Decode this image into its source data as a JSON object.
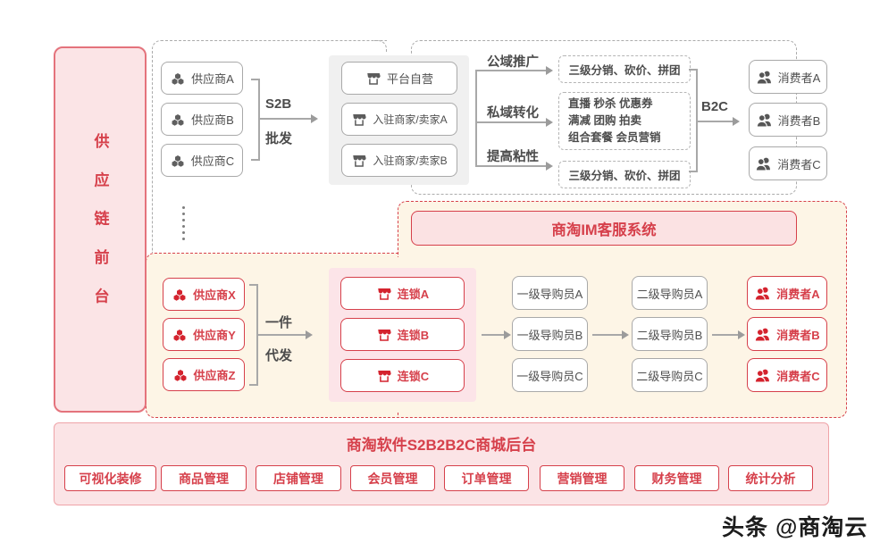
{
  "sidebar": {
    "label": "供应链前台"
  },
  "top": {
    "suppliers": [
      "供应商A",
      "供应商B",
      "供应商C"
    ],
    "s2b_line1": "S2B",
    "s2b_line2": "批发",
    "merchants": [
      "平台自营",
      "入驻商家/卖家A",
      "入驻商家/卖家B"
    ],
    "branch_labels": [
      "公域推广",
      "私域转化",
      "提高粘性"
    ],
    "promo_top": "三级分销、砍价、拼团",
    "promo_mid": [
      "直播 秒杀 优惠券",
      "满减 团购 拍卖",
      "组合套餐 会员营销"
    ],
    "promo_bottom": "三级分销、砍价、拼团",
    "b2c": "B2C",
    "consumers": [
      "消费者A",
      "消费者B",
      "消费者C"
    ]
  },
  "middle": {
    "im_banner": "商淘IM客服系统",
    "suppliers": [
      "供应商X",
      "供应商Y",
      "供应商Z"
    ],
    "dropship_line1": "一件",
    "dropship_line2": "代发",
    "chains": [
      "连锁A",
      "连锁B",
      "连锁C"
    ],
    "guides_level1": [
      "一级导购员A",
      "一级导购员B",
      "一级导购员C"
    ],
    "guides_level2": [
      "二级导购员A",
      "二级导购员B",
      "二级导购员C"
    ],
    "consumers": [
      "消费者A",
      "消费者B",
      "消费者C"
    ]
  },
  "backend": {
    "title": "商淘软件S2B2B2C商城后台",
    "modules": [
      "可视化装修",
      "商品管理",
      "店铺管理",
      "会员管理",
      "订单管理",
      "营销管理",
      "财务管理",
      "统计分析"
    ]
  },
  "watermark": {
    "text": "头条 @商淘云"
  },
  "colors": {
    "red": "#d6404b",
    "icon_red": "#d4232e",
    "cream": "#fdf5e6",
    "pink": "#fbe4e6",
    "gray": "#a8a8a8"
  }
}
